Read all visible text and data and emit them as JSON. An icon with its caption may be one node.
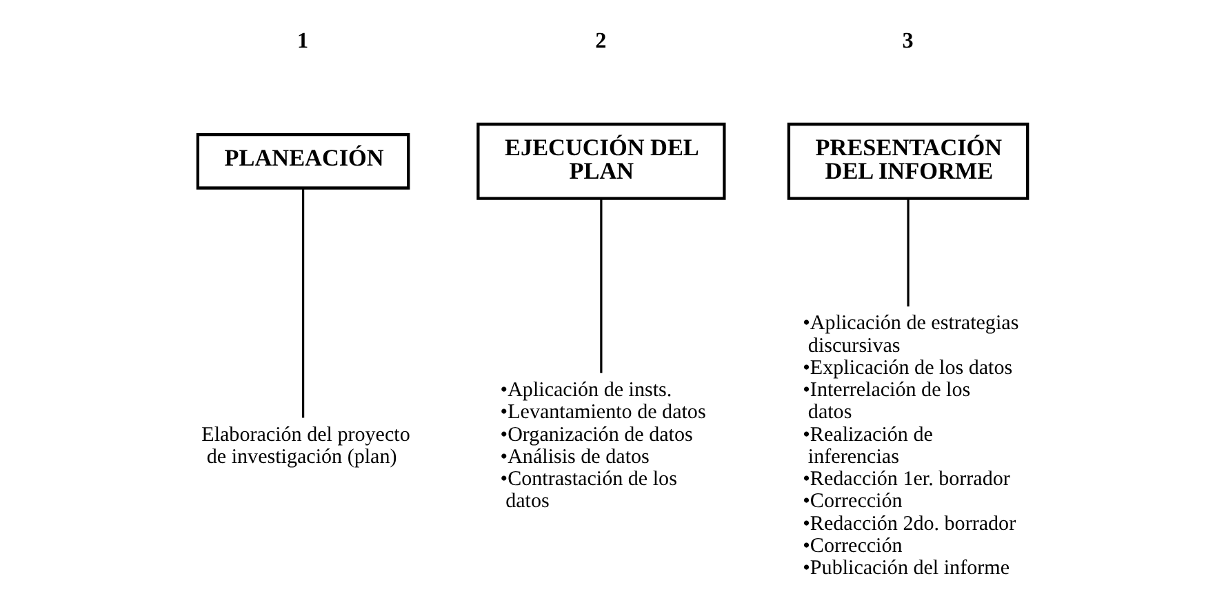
{
  "diagram": {
    "nodes": [
      {
        "text": [
          "PLANEACIÓN"
        ],
        "beside": [
          "1"
        ]
      },
      {
        "text": [
          "EJECUCIÓN DEL PLAN"
        ],
        "beside": [
          "2"
        ]
      },
      {
        "text": [
          "PRESENTACIÓN DEL INFORME"
        ],
        "beside": [
          "3"
        ]
      },
      {
        "text": [
          "Elaboración del proyecto de investigación (plan)"
        ]
      },
      {
        "text": [
          "•Aplicación de insts.",
          "•Levantamiento de datos",
          "•Organización de datos",
          "•Análisis de datos",
          "•Contrastación de los datos"
        ]
      },
      {
        "text": [
          "•Aplicación de estrategias discursivas",
          "•Explicación de los datos",
          "•Interrelación de los datos",
          "•Realización de inferencias",
          "•Redacción 1er. borrador",
          "•Corrección",
          "•Redacción 2do. borrador",
          "•Corrección",
          "•Publicación del informe"
        ]
      }
    ],
    "edges": [
      {
        "from": 0,
        "to": 3,
        "arrow": "none"
      },
      {
        "from": 1,
        "to": 4,
        "arrow": "none"
      },
      {
        "from": 2,
        "to": 5,
        "arrow": "none"
      }
    ]
  }
}
